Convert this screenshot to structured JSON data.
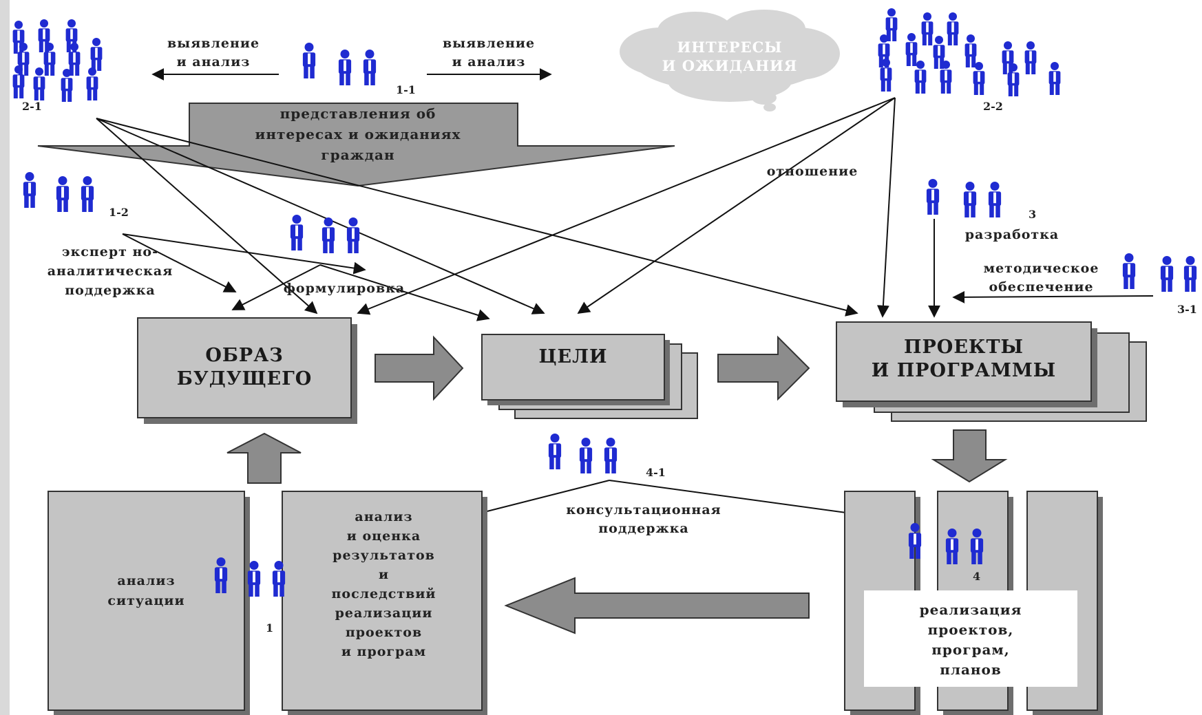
{
  "labels": {
    "identify_left": [
      "выявление",
      "и анализ"
    ],
    "identify_right": [
      "выявление",
      "и анализ"
    ],
    "cloud": [
      "ИНТЕРЕСЫ",
      "И ОЖИДАНИЯ"
    ],
    "citizen_views": [
      "представления об",
      "интересах и ожиданиях",
      "граждан"
    ],
    "attitude": "отношение",
    "expert_support": [
      "эксперт но-",
      "аналитическая",
      "поддержка"
    ],
    "formulation": "формулировка",
    "development": "разработка",
    "methodical_support": [
      "методическое",
      "обеспечение"
    ],
    "consulting_support": [
      "консультационная",
      "поддержка"
    ]
  },
  "boxes": {
    "future_image": [
      "ОБРАЗ",
      "БУДУЩЕГО"
    ],
    "goals": "ЦЕЛИ",
    "projects": [
      "ПРОЕКТЫ",
      "И ПРОГРАММЫ"
    ],
    "situation_analysis": [
      "анализ",
      "ситуации"
    ],
    "results_analysis": [
      "анализ",
      "и оценка",
      "результатов",
      "и",
      "последствий",
      "реализации",
      "проектов",
      "и програм"
    ],
    "implementation": [
      "реализация",
      "проектов,",
      "програм,",
      "планов"
    ]
  },
  "codes": {
    "g11": "1-1",
    "g21": "2-1",
    "g22": "2-2",
    "g12": "1-2",
    "g3": "3",
    "g31": "3-1",
    "g41": "4-1",
    "g4": "4",
    "g1": "1"
  },
  "colors": {
    "people": "#1f2bd1",
    "box_fill": "#c4c4c4",
    "box_shadow": "#6e6e6e",
    "arrow_fill": "#8c8c8c",
    "text": "#222222",
    "cloud_fill": "#d6d6d6"
  }
}
